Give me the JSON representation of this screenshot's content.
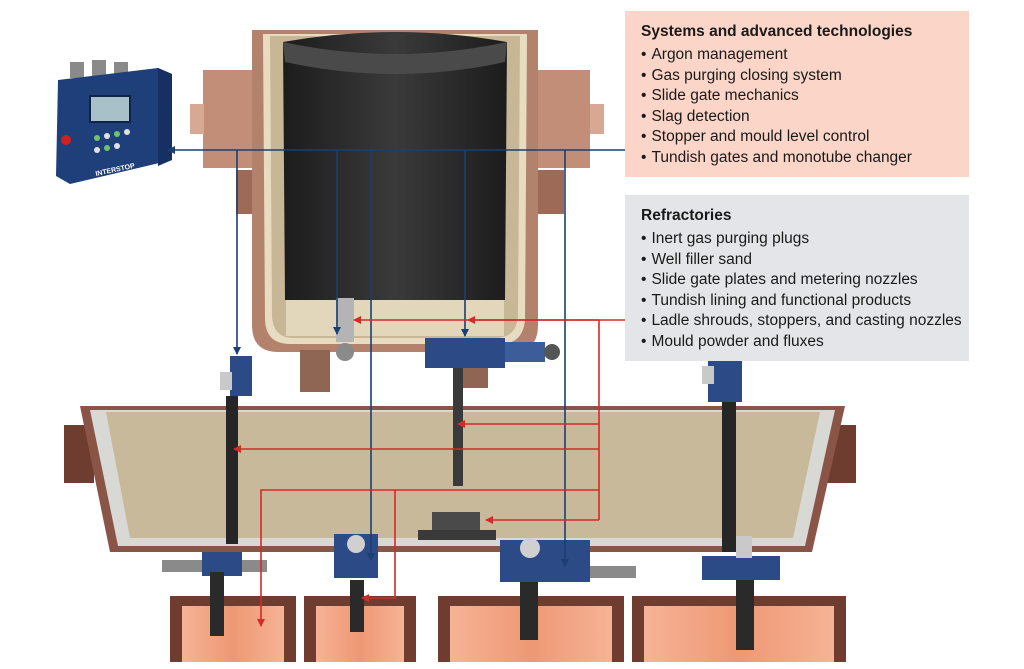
{
  "systems_box": {
    "title": "Systems and advanced technologies",
    "items": [
      "Argon management",
      "Gas purging closing system",
      "Slide gate mechanics",
      "Slag detection",
      "Stopper and mould level control",
      "Tundish gates and monotube changer"
    ]
  },
  "refractories_box": {
    "title": "Refractories",
    "items": [
      "Inert gas purging plugs",
      "Well filler sand",
      "Slide gate plates and metering nozzles",
      "Tundish lining and functional products",
      "Ladle shrouds, stoppers, and casting nozzles",
      "Mould powder and fluxes"
    ]
  },
  "control_unit": {
    "brand_label": "INTERSTOP",
    "panel_color": "#1f3f7a"
  },
  "colors": {
    "systems_bg": "#fbd5c7",
    "refractories_bg": "#e3e5e8",
    "systems_arrow": "#1b3f73",
    "refractories_arrow": "#d42a2a",
    "ladle_shell": "#b3826c",
    "ladle_lining": "#2b2b2b",
    "tundish_fill": "#c9b99b",
    "mould_copper": "#f2a585"
  }
}
